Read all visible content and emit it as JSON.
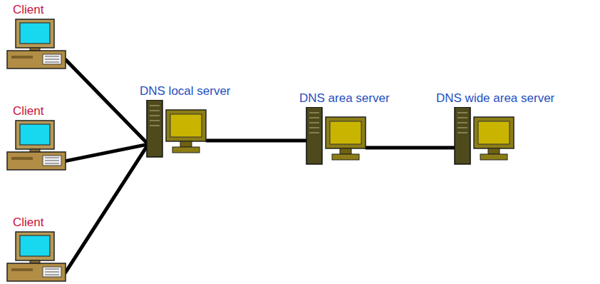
{
  "diagram": {
    "nodes": [
      {
        "text": [
          "Client"
        ]
      },
      {
        "text": [
          "Client"
        ]
      },
      {
        "text": [
          "Client"
        ]
      },
      {
        "text": [
          "DNS local server"
        ]
      },
      {
        "text": [
          "DNS area server"
        ]
      },
      {
        "text": [
          "DNS wide area server"
        ]
      }
    ],
    "edges": [
      {
        "from": 0,
        "to": 3,
        "arrow": "none"
      },
      {
        "from": 1,
        "to": 3,
        "arrow": "none"
      },
      {
        "from": 2,
        "to": 3,
        "arrow": "none"
      },
      {
        "from": 3,
        "to": 4,
        "arrow": "none"
      },
      {
        "from": 4,
        "to": 5,
        "arrow": "none"
      }
    ]
  }
}
